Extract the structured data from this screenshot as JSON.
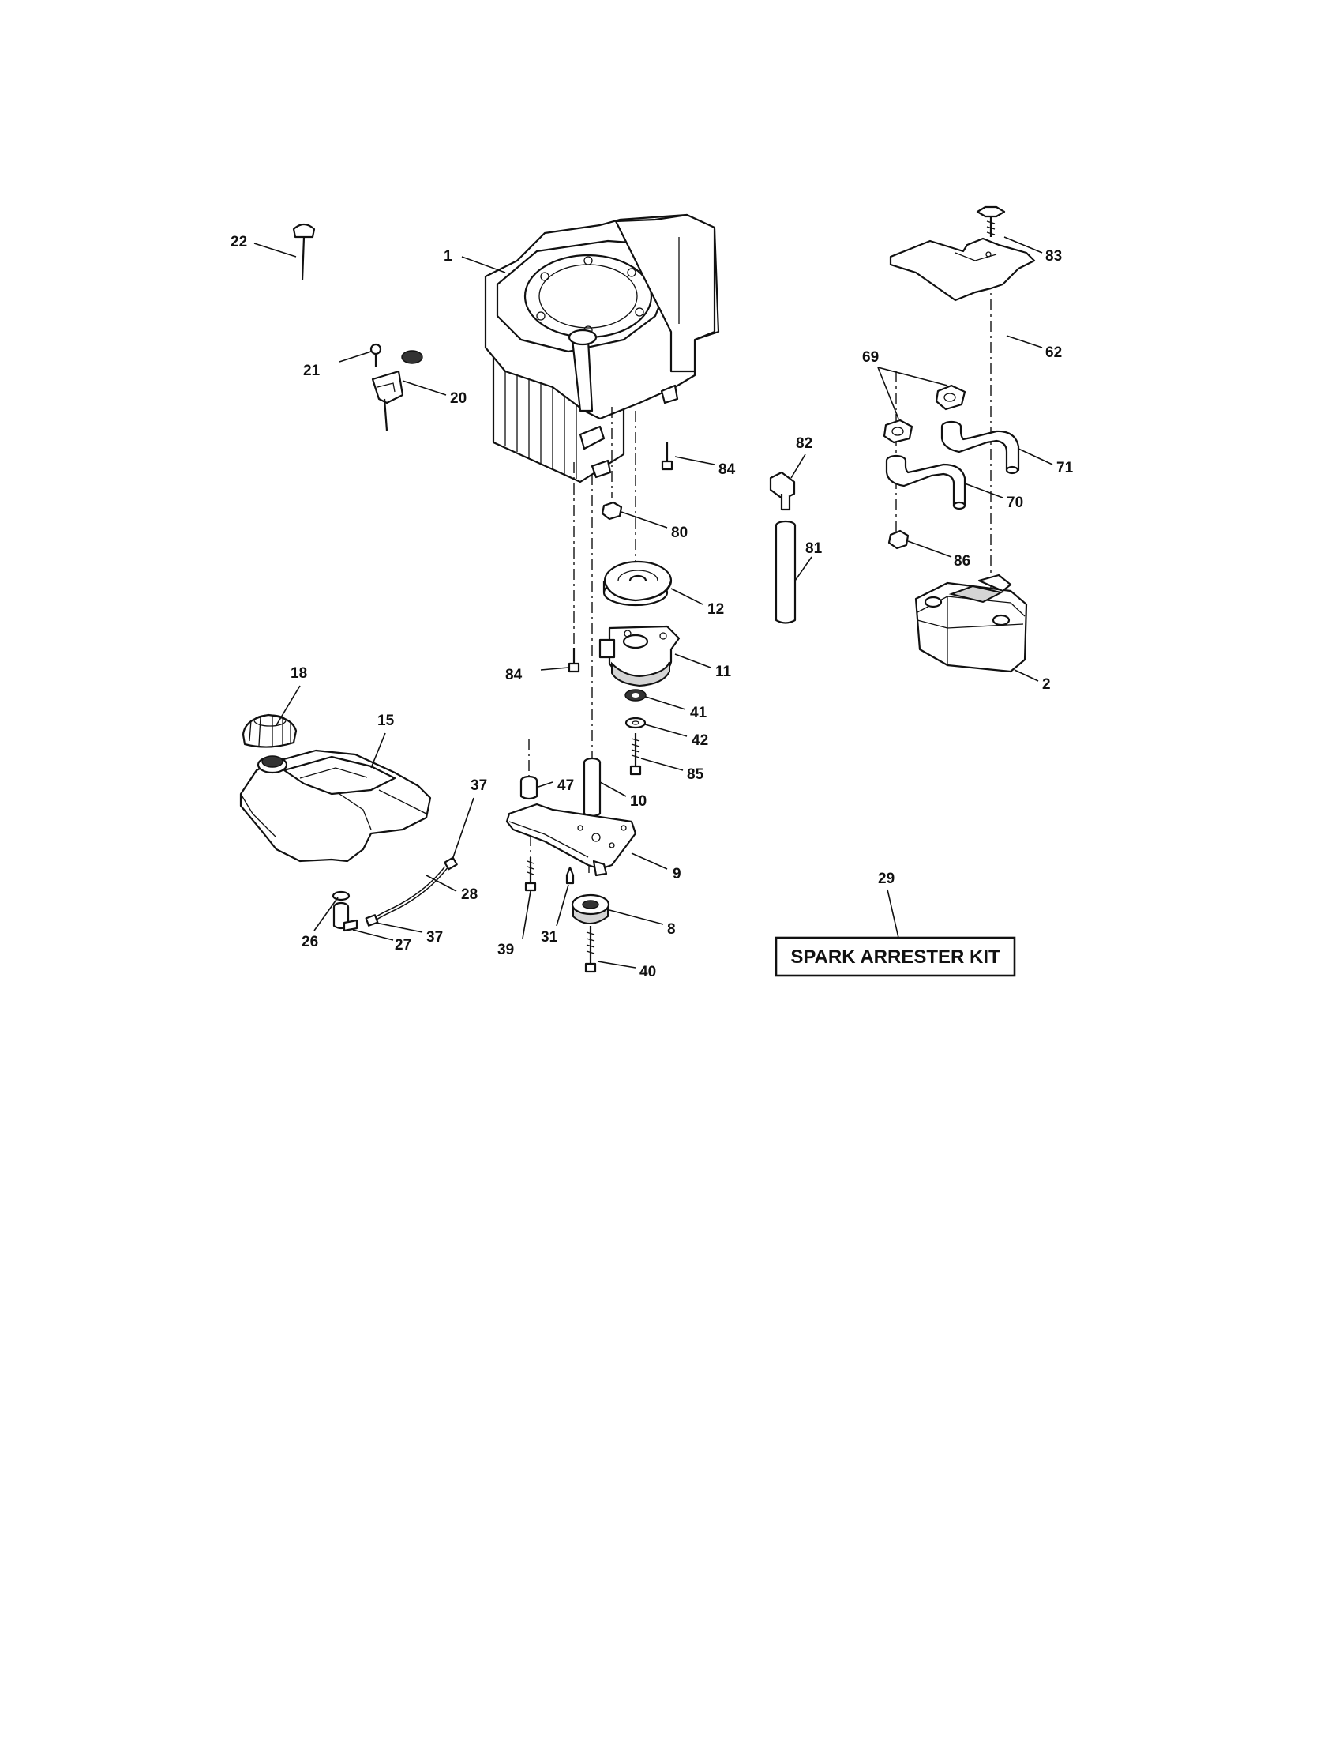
{
  "callouts": {
    "p1": "1",
    "p2": "2",
    "p8": "8",
    "p9": "9",
    "p10": "10",
    "p11": "11",
    "p12": "12",
    "p15": "15",
    "p18": "18",
    "p20": "20",
    "p21": "21",
    "p22": "22",
    "p26": "26",
    "p27": "27",
    "p28": "28",
    "p29": "29",
    "p31": "31",
    "p37a": "37",
    "p37b": "37",
    "p39": "39",
    "p40": "40",
    "p41": "41",
    "p42": "42",
    "p47": "47",
    "p62": "62",
    "p69": "69",
    "p70": "70",
    "p71": "71",
    "p80": "80",
    "p81": "81",
    "p82": "82",
    "p83": "83",
    "p84a": "84",
    "p84b": "84",
    "p85": "85",
    "p86": "86"
  },
  "kit_label": "SPARK ARRESTER KIT"
}
